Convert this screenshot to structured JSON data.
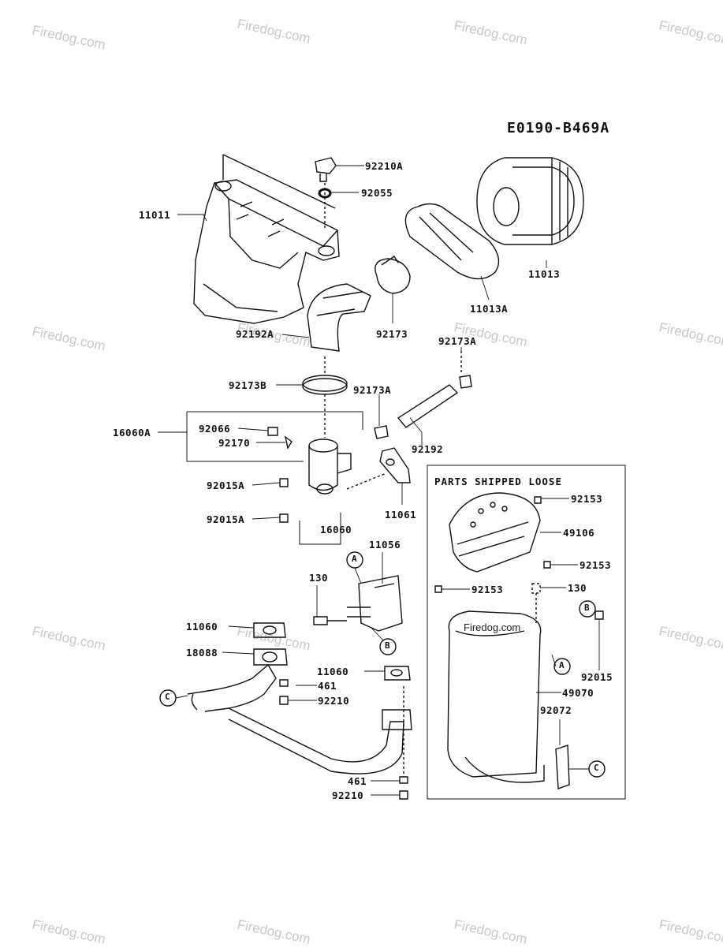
{
  "diagram_code": "E0190-B469A",
  "watermark": "Firedog.com",
  "loose_heading": "PARTS SHIPPED LOOSE",
  "parts": {
    "p92210A": "92210A",
    "p92055": "92055",
    "p11011": "11011",
    "p11013": "11013",
    "p11013A": "11013A",
    "p92173": "92173",
    "p92192A": "92192A",
    "p92173A_top": "92173A",
    "p92173B": "92173B",
    "p92173A_mid": "92173A",
    "p16060A": "16060A",
    "p92066": "92066",
    "p92170": "92170",
    "p92192": "92192",
    "p92015A_1": "92015A",
    "p92015A_2": "92015A",
    "p16060": "16060",
    "p11061": "11061",
    "p11056": "11056",
    "p130_left": "130",
    "p11060_left": "11060",
    "p18088": "18088",
    "p11060_mid": "11060",
    "p461_top": "461",
    "p92210_top": "92210",
    "p461_bot": "461",
    "p92210_bot": "92210",
    "p92153_1": "92153",
    "p49106": "49106",
    "p92153_2": "92153",
    "p92153_3": "92153",
    "p130_right": "130",
    "p92015": "92015",
    "p49070": "49070",
    "p92072": "92072"
  },
  "markers": {
    "A": "A",
    "B": "B",
    "C": "C"
  },
  "muffler_text": "Firedog.com"
}
